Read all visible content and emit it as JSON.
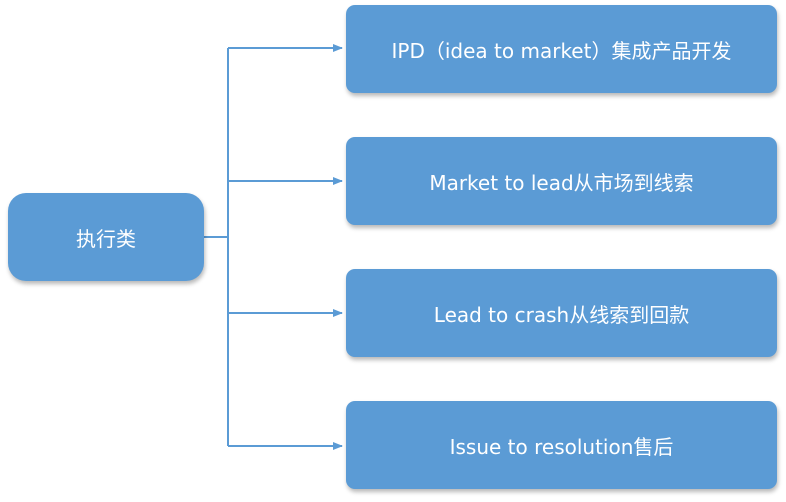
{
  "diagram": {
    "root": {
      "label": "执行类"
    },
    "children": [
      {
        "label": "IPD（idea to market）集成产品开发"
      },
      {
        "label": "Market to lead从市场到线索"
      },
      {
        "label": "Lead to crash从线索到回款"
      },
      {
        "label": "Issue to resolution售后"
      }
    ]
  },
  "colors": {
    "node_fill": "#5b9bd5",
    "node_text": "#ffffff",
    "connector": "#5b9bd5"
  }
}
